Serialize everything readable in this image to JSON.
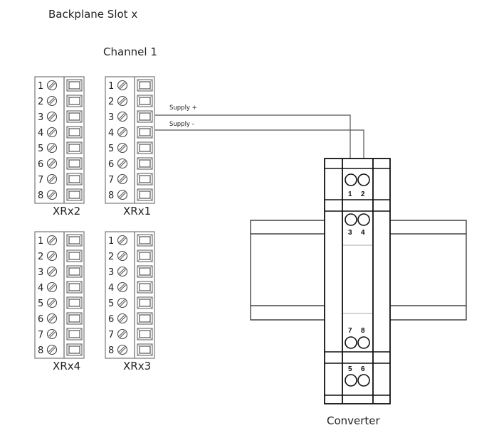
{
  "title": "Backplane Slot x",
  "channel_label": "Channel 1",
  "terminal_blocks": [
    {
      "id": "XRx2",
      "label": "XRx2",
      "pins": [
        "1",
        "2",
        "3",
        "4",
        "5",
        "6",
        "7",
        "8"
      ]
    },
    {
      "id": "XRx1",
      "label": "XRx1",
      "pins": [
        "1",
        "2",
        "3",
        "4",
        "5",
        "6",
        "7",
        "8"
      ]
    },
    {
      "id": "XRx4",
      "label": "XRx4",
      "pins": [
        "1",
        "2",
        "3",
        "4",
        "5",
        "6",
        "7",
        "8"
      ]
    },
    {
      "id": "XRx3",
      "label": "XRx3",
      "pins": [
        "1",
        "2",
        "3",
        "4",
        "5",
        "6",
        "7",
        "8"
      ]
    }
  ],
  "wires": [
    {
      "label": "Supply +",
      "from_block": "XRx1",
      "from_pin": "3",
      "to_terminal": "1"
    },
    {
      "label": "Supply -",
      "from_block": "XRx1",
      "from_pin": "4",
      "to_terminal": "2"
    }
  ],
  "converter": {
    "label": "Converter",
    "terminals": {
      "top": [
        "1",
        "2"
      ],
      "upper": [
        "3",
        "4"
      ],
      "lower": [
        "7",
        "8"
      ],
      "bottom": [
        "5",
        "6"
      ]
    }
  }
}
